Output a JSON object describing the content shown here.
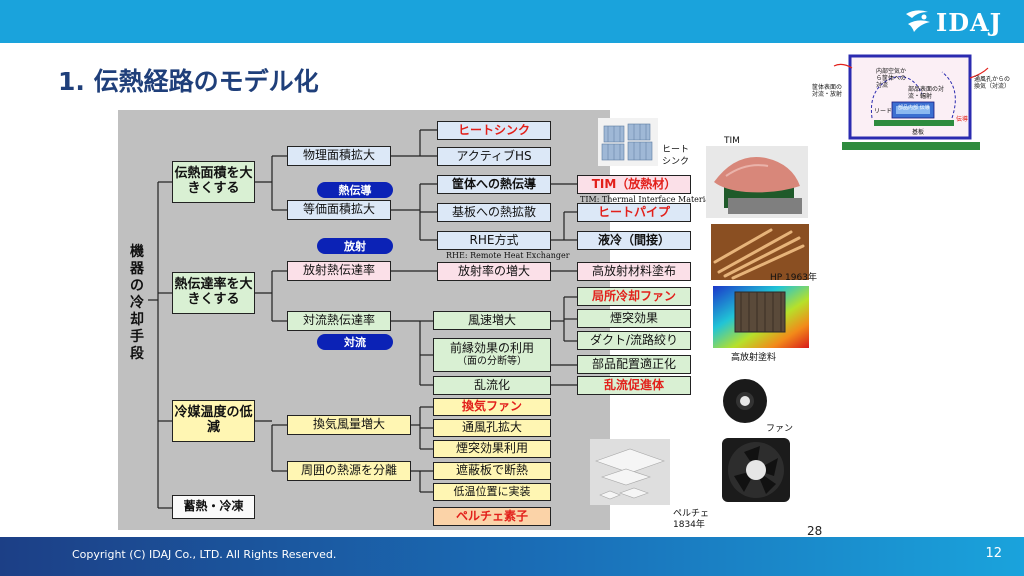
{
  "header": {
    "logo_text": "IDAJ"
  },
  "slide": {
    "title": "1. 伝熱経路のモデル化"
  },
  "diagram": {
    "root": "機器の冷却手段",
    "level1": [
      "伝熱面積を大きくする",
      "熱伝達率を大きくする",
      "冷媒温度の低減",
      "蓄熱・冷凍"
    ],
    "pills": {
      "conduction": "熱伝導",
      "radiation": "放射",
      "convection": "対流"
    },
    "level2": {
      "physical_area": "物理面積拡大",
      "equivalent_area": "等価面積拡大",
      "radiation_rate": "放射熱伝達率",
      "convection_rate": "対流熱伝達率",
      "ventilation": "換気風量増大",
      "separate_heat": "周囲の熱源を分離"
    },
    "level3": {
      "heatsink": "ヒートシンク",
      "active_hs": "アクティブHS",
      "case_conduction": "筐体への熱伝導",
      "board_spread": "基板への熱拡散",
      "rhe": "RHE方式",
      "emissivity": "放射率の増大",
      "wind_speed": "風速増大",
      "leading_edge": "前縁効果の利用",
      "leading_edge_sub": "（面の分断等）",
      "turbulence": "乱流化",
      "exhaust_fan": "換気ファン",
      "vent_holes": "通風孔拡大",
      "chimney_use": "煙突効果利用",
      "shield": "遮蔽板で断熱",
      "low_temp": "低温位置に実装",
      "peltier": "ペルチェ素子"
    },
    "level4": {
      "tim": "TIM（放熱材）",
      "heatpipe": "ヒートパイプ",
      "liquid": "液冷（間接）",
      "radiant_paint": "高放射材料塗布",
      "local_fan": "局所冷却ファン",
      "chimney": "煙突効果",
      "duct": "ダクト/流路絞り",
      "placement": "部品配置適正化",
      "turb_promote": "乱流促進体"
    },
    "notes": {
      "tim_full": "TIM: Thermal Interface Material",
      "rhe_full": "RHE: Remote Heat Exchanger"
    }
  },
  "figures": {
    "heatsink_caption_1": "ヒート",
    "heatsink_caption_2": "シンク",
    "tim_label": "TIM",
    "hp_caption": "HP 1963年",
    "paint_caption": "高放射塗料",
    "fan_caption": "ファン",
    "peltier_caption_1": "ペルチェ",
    "peltier_caption_2": "1834年",
    "inset": {
      "left_label": "筐体表面の対流・放射",
      "air_label": "内部空気から筐体への対流",
      "surface_label": "部品表面の対流・輻射",
      "right_label": "通風孔からの換気（対流）",
      "lead_label": "リード",
      "pkg_label": "部品内部 伝導",
      "conduction_label": "伝導",
      "board_label": "基板"
    }
  },
  "footer": {
    "copyright": "Copyright (C)  IDAJ Co., LTD. All Rights Reserved.",
    "page_number": "12",
    "slide_number": "28"
  },
  "colors": {
    "header_blue": "#1aa3dc",
    "title_navy": "#1f3f7a",
    "pill_blue": "#0b22b6",
    "emphasis_red": "#e2201b"
  }
}
